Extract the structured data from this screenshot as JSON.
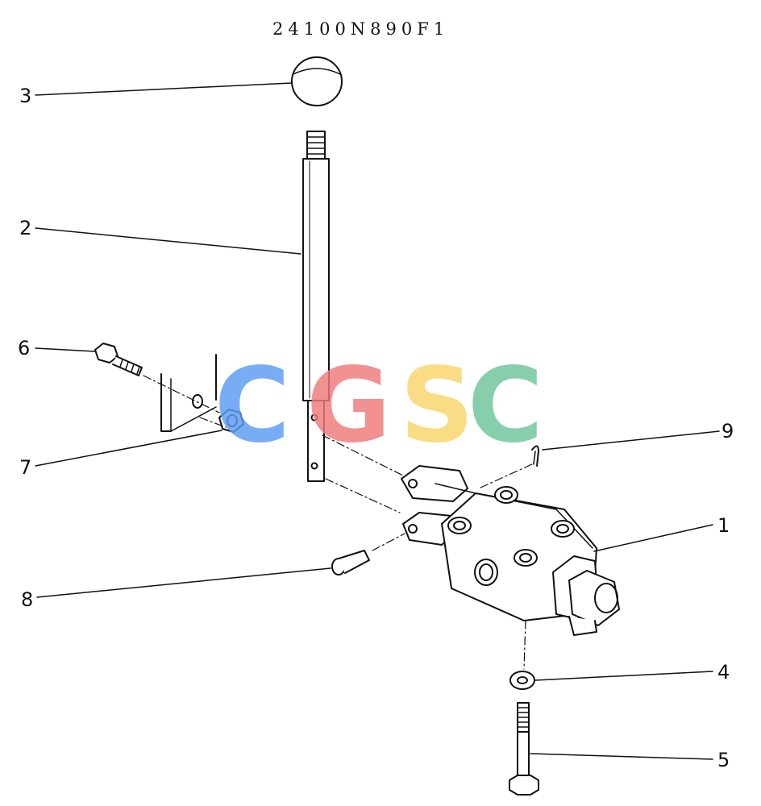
{
  "diagram": {
    "part_number": "24100N890F1",
    "callouts": [
      {
        "id": "1",
        "label": "1"
      },
      {
        "id": "2",
        "label": "2"
      },
      {
        "id": "3",
        "label": "3"
      },
      {
        "id": "4",
        "label": "4"
      },
      {
        "id": "5",
        "label": "5"
      },
      {
        "id": "6",
        "label": "6"
      },
      {
        "id": "7",
        "label": "7"
      },
      {
        "id": "8",
        "label": "8"
      },
      {
        "id": "9",
        "label": "9"
      }
    ]
  },
  "watermark": {
    "letters": [
      {
        "char": "C",
        "color": "#5b9cf5"
      },
      {
        "char": "G",
        "color": "#f07a7a"
      },
      {
        "char": "S",
        "color": "#f8d56a"
      },
      {
        "char": "C",
        "color": "#6cc49a"
      }
    ]
  },
  "colors": {
    "line": "#111111",
    "background": "#ffffff"
  }
}
